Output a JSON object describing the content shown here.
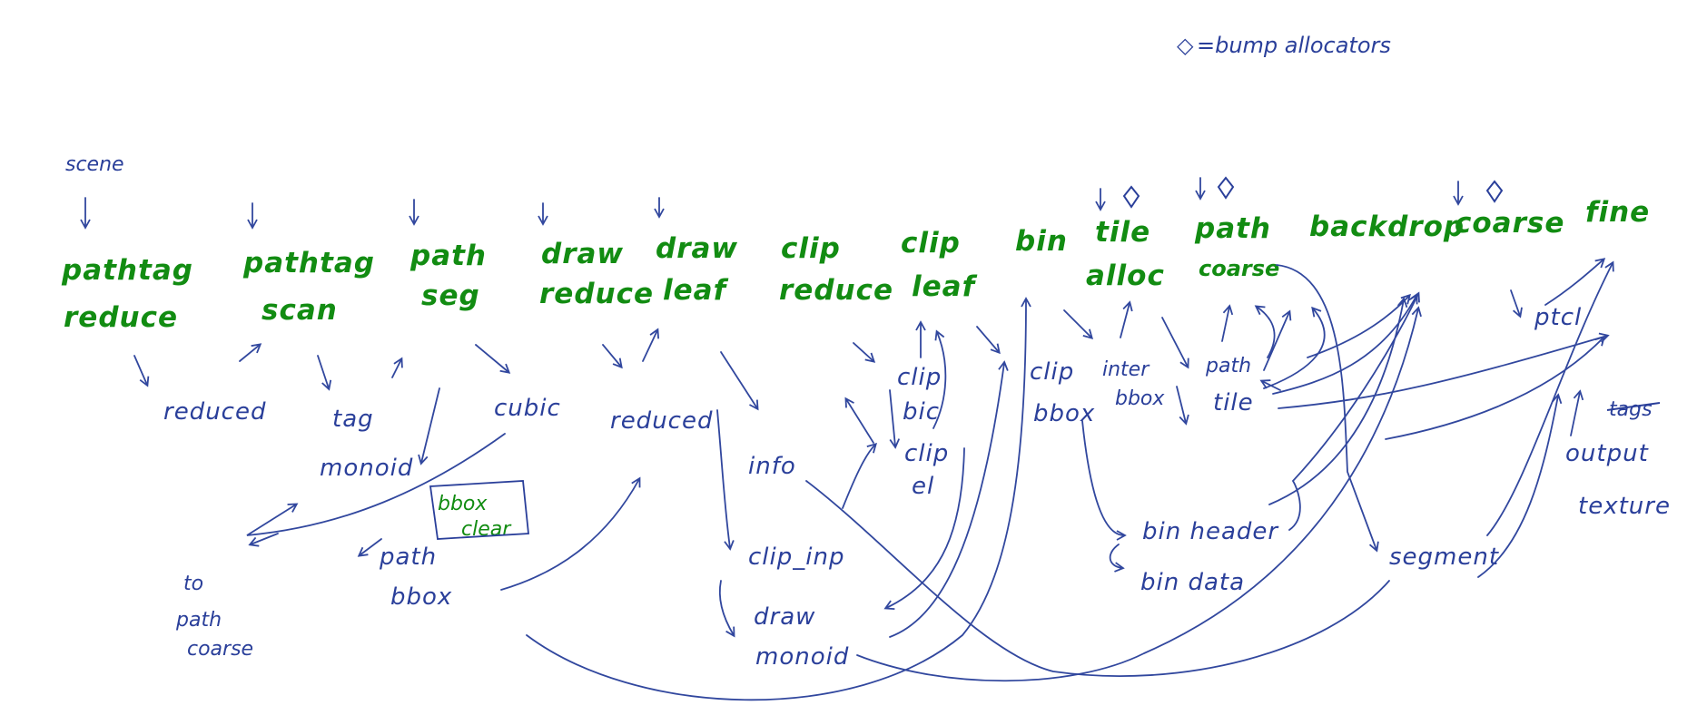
{
  "colors": {
    "stage": "#128c12",
    "buffer": "#2a3f9a",
    "arrow": "#31479e",
    "background": "#ffffff"
  },
  "legend": {
    "symbol": "◇",
    "text": "=bump allocators"
  },
  "input": "scene",
  "stages": [
    {
      "line1": "pathtag",
      "line2": "reduce"
    },
    {
      "line1": "pathtag",
      "line2": "scan"
    },
    {
      "line1": "path",
      "line2": "seg"
    },
    {
      "line1": "draw",
      "line2": "reduce"
    },
    {
      "line1": "draw",
      "line2": "leaf"
    },
    {
      "line1": "clip",
      "line2": "reduce"
    },
    {
      "line1": "clip",
      "line2": "leaf"
    },
    {
      "line1": "bin",
      "line2": ""
    },
    {
      "line1": "tile",
      "line2": "alloc"
    },
    {
      "line1": "path",
      "line2": "coarse"
    },
    {
      "line1": "backdrop",
      "line2": ""
    },
    {
      "line1": "coarse",
      "line2": ""
    },
    {
      "line1": "fine",
      "line2": ""
    }
  ],
  "buffers": {
    "reduced_1": "reduced",
    "tag_monoid": [
      "tag",
      "monoid"
    ],
    "cubic": "cubic",
    "bbox_clear": [
      "bbox",
      "clear"
    ],
    "path_bbox": [
      "path",
      "bbox"
    ],
    "to_path_coarse": [
      "to",
      "path",
      "coarse"
    ],
    "reduced_2": "reduced",
    "info": "info",
    "clip_inp": "clip_inp",
    "draw_monoid": [
      "draw",
      "monoid"
    ],
    "clip_bic": [
      "clip",
      "bic"
    ],
    "clip_el": [
      "clip",
      "el"
    ],
    "clip_bbox": [
      "clip",
      "bbox"
    ],
    "inter_bbox": [
      "inter",
      "bbox"
    ],
    "path_1": "path",
    "tile": "tile",
    "bin_header": "bin header",
    "bin_data": "bin data",
    "segment": "segment",
    "ptcl": "ptcl",
    "tags": "tags",
    "output_texture": [
      "output",
      "texture"
    ]
  }
}
